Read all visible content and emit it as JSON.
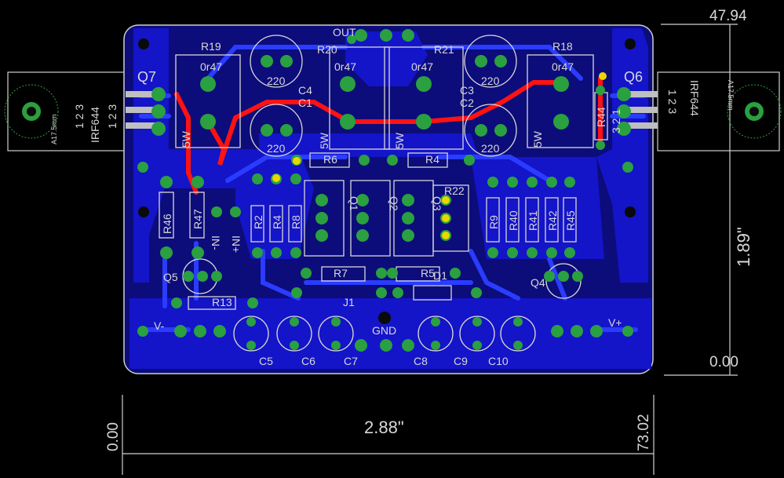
{
  "dimensions": {
    "top_right": "47.94",
    "right_zero": "0.00",
    "height_in": "1.89\"",
    "width_in": "2.88\"",
    "left_zero": "0.00",
    "bottom_right": "73.02"
  },
  "labels": {
    "out": "OUT",
    "gnd": "GND",
    "v_minus": "V-",
    "v_plus": "V+",
    "in_minus": "IN-",
    "in_plus": "IN+",
    "j1": "J1"
  },
  "transistors": {
    "q7": "Q7",
    "q6": "Q6",
    "q5": "Q5",
    "q4": "Q4",
    "q1": "Q1",
    "q2": "Q2",
    "q3": "Q3",
    "part_left": "IRF644",
    "part_right": "IRF644",
    "heatsink_left": "A17.5mm",
    "heatsink_right": "A17.5mm",
    "pins_left_top": "1 2 3",
    "pins_left_bottom": "1 2 3",
    "pins_right_top": "1 2 3",
    "pins_right_bottom": "3 2 1"
  },
  "resistors": {
    "r19": "R19",
    "r18": "R18",
    "r20": "R20",
    "r21": "R21",
    "r0r47": "0r47",
    "r6": "R6",
    "r4": "R4",
    "r7": "R7",
    "r5": "R5",
    "r2": "R2",
    "r3": "R4",
    "r8": "R8",
    "r22": "R22",
    "r9": "R9",
    "r40": "R40",
    "r41": "R41",
    "r42": "R42",
    "r45": "R45",
    "r46": "R46",
    "r47": "R47",
    "r13": "R13",
    "r44": "R44",
    "w5": "5W"
  },
  "capacitors": {
    "c1": "C1",
    "c2": "C2",
    "c3": "C3",
    "c4": "C4",
    "c5": "C5",
    "c6": "C6",
    "c7": "C7",
    "c8": "C8",
    "c9": "C9",
    "c10": "C10",
    "v220": "220",
    "d1": "D1"
  },
  "colors": {
    "board": "#1212c8",
    "trace": "#2030ff",
    "top_trace": "#ff1010",
    "pad": "#2aa040",
    "drill": "#0a0a0a",
    "silk": "#d8d8d8"
  }
}
